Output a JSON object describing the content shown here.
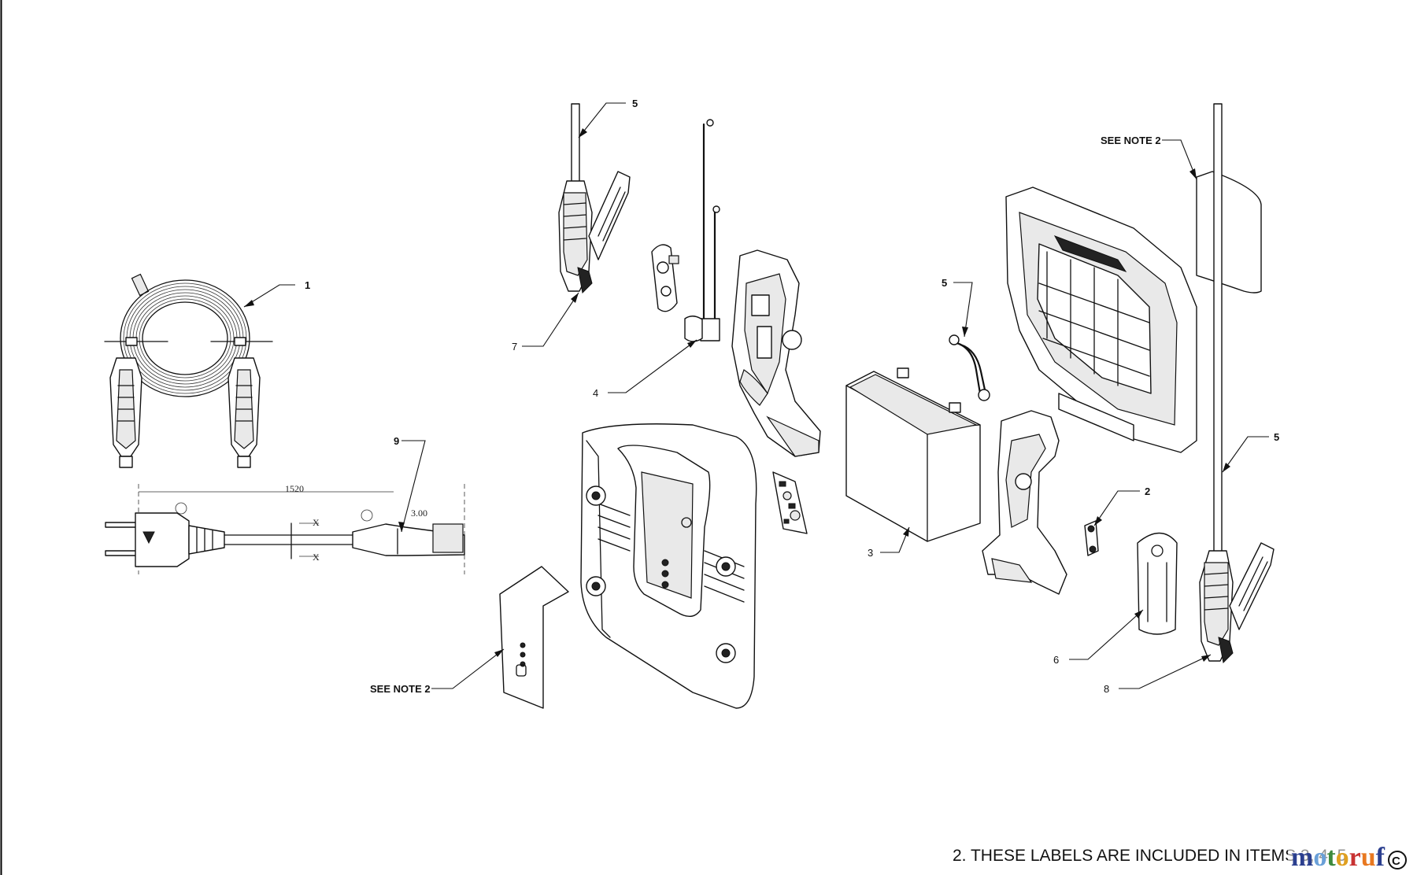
{
  "callouts": {
    "c1": "1",
    "c2": "2",
    "c3": "3",
    "c4": "4",
    "c5a": "5",
    "c5b": "5",
    "c5c": "5",
    "c6": "6",
    "c7": "7",
    "c8": "8",
    "c9": "9",
    "see_note_left": "SEE NOTE 2",
    "see_note_right": "SEE NOTE 2"
  },
  "dimensions": {
    "cord_length": "1520",
    "plug_length": "3.00"
  },
  "footer": {
    "note": "2. THESE LABELS ARE INCLUDED IN ITEMS 3, 4, 5"
  },
  "watermark": {
    "text": "motoruf",
    "colors": [
      "#2b3f8f",
      "#6aa0d8",
      "#3d8a3d",
      "#e0a020",
      "#c83232",
      "#e87820",
      "#2b3f8f"
    ]
  },
  "colors": {
    "line": "#111111",
    "border": "#000000"
  }
}
